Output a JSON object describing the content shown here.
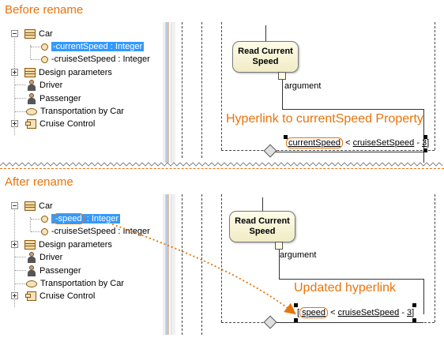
{
  "headings": {
    "before": "Before rename",
    "after": "After rename"
  },
  "before": {
    "tree": {
      "car": "Car",
      "prop1_name": "-currentSpeed",
      "prop1_sep": " : ",
      "prop1_type": "Integer",
      "prop2": "-cruiseSetSpeed : Integer",
      "design": "Design parameters",
      "driver": "Driver",
      "passenger": "Passenger",
      "transport": "Transportation by Car",
      "cruise": "Cruise Control"
    },
    "diagram": {
      "action": "Read Current Speed",
      "pin_label": "argument",
      "guard_link": "currentSpeed",
      "guard_op": " < ",
      "guard_var": "cruiseSetSpeed",
      "guard_minus": " - ",
      "guard_num": "3",
      "guard_close": "]"
    },
    "callout": "Hyperlink to currentSpeed Property"
  },
  "after": {
    "tree": {
      "car": "Car",
      "prop1_name": "-speed",
      "prop1_sep": " : ",
      "prop1_type": "Integer",
      "prop2": "-cruiseSetSpeed : Integer",
      "design": "Design parameters",
      "driver": "Driver",
      "passenger": "Passenger",
      "transport": "Transportation by Car",
      "cruise": "Cruise Control"
    },
    "diagram": {
      "action": "Read Current Speed",
      "pin_label": "argument",
      "guard_open": "[",
      "guard_link": "speed",
      "guard_op": " < ",
      "guard_var": "cruiseSetSpeed",
      "guard_minus": " - ",
      "guard_num": "3",
      "guard_close": "]"
    },
    "callout": "Updated hyperlink"
  },
  "colors": {
    "accent": "#e8740c",
    "selection": "#3399ff"
  },
  "icons": [
    "class-icon",
    "property-icon",
    "actor-icon",
    "use-case-icon",
    "component-icon",
    "expand-icon",
    "collapse-icon"
  ]
}
